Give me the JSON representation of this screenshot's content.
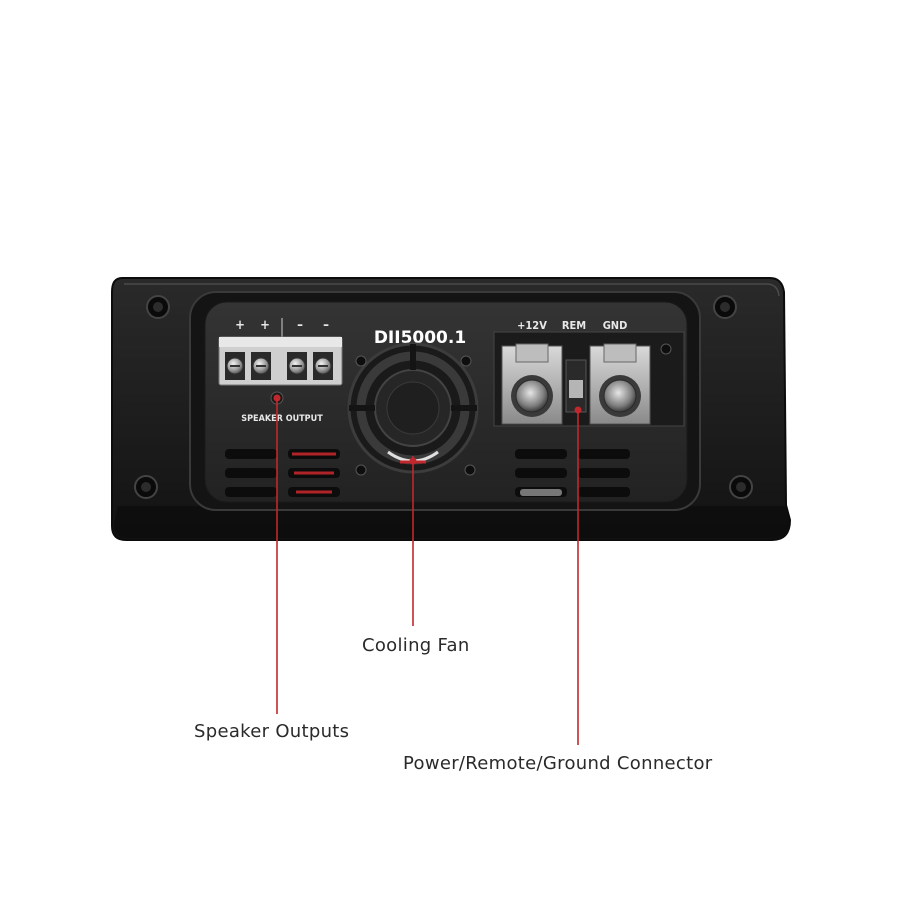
{
  "model": "DII5000.1",
  "terminals": {
    "speaker_signs": [
      "+",
      "+",
      "–",
      "–"
    ],
    "speaker_output_label": "SPEAKER OUTPUT",
    "power_labels": [
      "+12V",
      "REM",
      "GND"
    ]
  },
  "callouts": [
    {
      "id": "speaker",
      "label": "Speaker Outputs"
    },
    {
      "id": "fan",
      "label": "Cooling Fan"
    },
    {
      "id": "power",
      "label": "Power/Remote/Ground Connector"
    }
  ],
  "colors": {
    "callout_line": "#c0282d",
    "body": "#1b1b1b",
    "panel": "#2b2b2b"
  }
}
